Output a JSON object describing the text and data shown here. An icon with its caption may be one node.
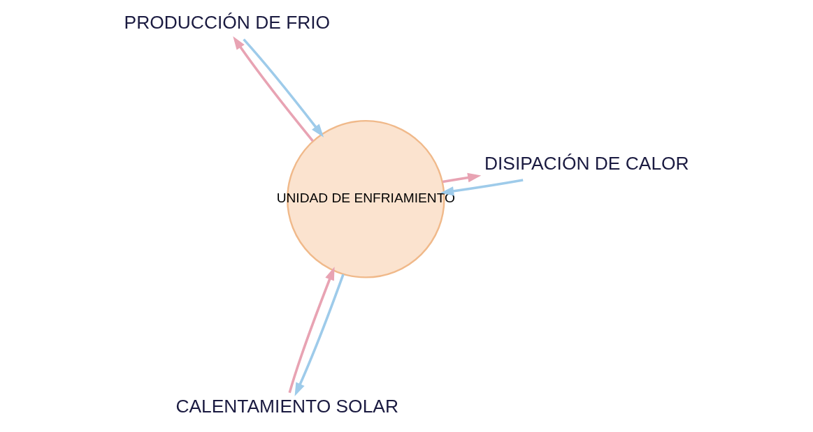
{
  "diagram": {
    "nodes": [
      {
        "text": [
          "UNIDAD DE ENFRIAMIENTO"
        ]
      },
      {
        "text": [
          "DISIPACIÓN DE CALOR"
        ]
      },
      {
        "text": [
          "CALENTAMIENTO SOLAR"
        ]
      },
      {
        "text": [
          "PRODUCCIÓN DE FRIO"
        ]
      }
    ],
    "edges": [
      {
        "from": 0,
        "to": 1,
        "arrow": "to",
        "color": "#e8a3b3"
      },
      {
        "from": 1,
        "to": 0,
        "arrow": "to",
        "color": "#9ecbea"
      },
      {
        "from": 0,
        "to": 2,
        "arrow": "to",
        "color": "#9ecbea"
      },
      {
        "from": 2,
        "to": 0,
        "arrow": "to",
        "color": "#e8a3b3"
      },
      {
        "from": 0,
        "to": 3,
        "arrow": "to",
        "color": "#e8a3b3"
      },
      {
        "from": 3,
        "to": 0,
        "arrow": "to",
        "color": "#9ecbea"
      }
    ]
  }
}
